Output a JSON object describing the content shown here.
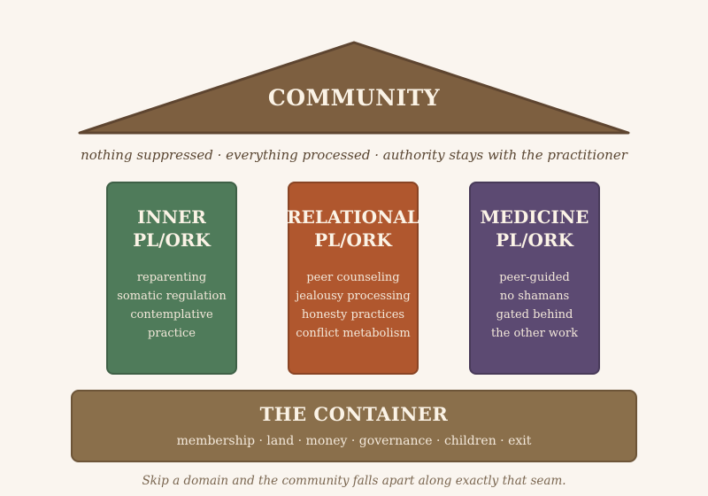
{
  "roof": {
    "title": "COMMUNITY"
  },
  "tagline": "nothing suppressed · everything processed · authority stays with the practitioner",
  "pillars": [
    {
      "title": "INNER\nPL/ORK",
      "lines": [
        "reparenting",
        "somatic regulation",
        "contemplative",
        "practice"
      ],
      "color": "#4f7b5a"
    },
    {
      "title": "RELATIONAL\nPL/ORK",
      "lines": [
        "peer counseling",
        "jealousy processing",
        "honesty practices",
        "conflict metabolism"
      ],
      "color": "#b0572e"
    },
    {
      "title": "MEDICINE\nPL/ORK",
      "lines": [
        "peer-guided",
        "no shamans",
        "gated behind",
        "the other work"
      ],
      "color": "#5c4a72"
    }
  ],
  "container": {
    "title": "THE CONTAINER",
    "subtitle": "membership · land · money · governance · children · exit"
  },
  "footer": "Skip a domain and the community falls apart along exactly that seam."
}
